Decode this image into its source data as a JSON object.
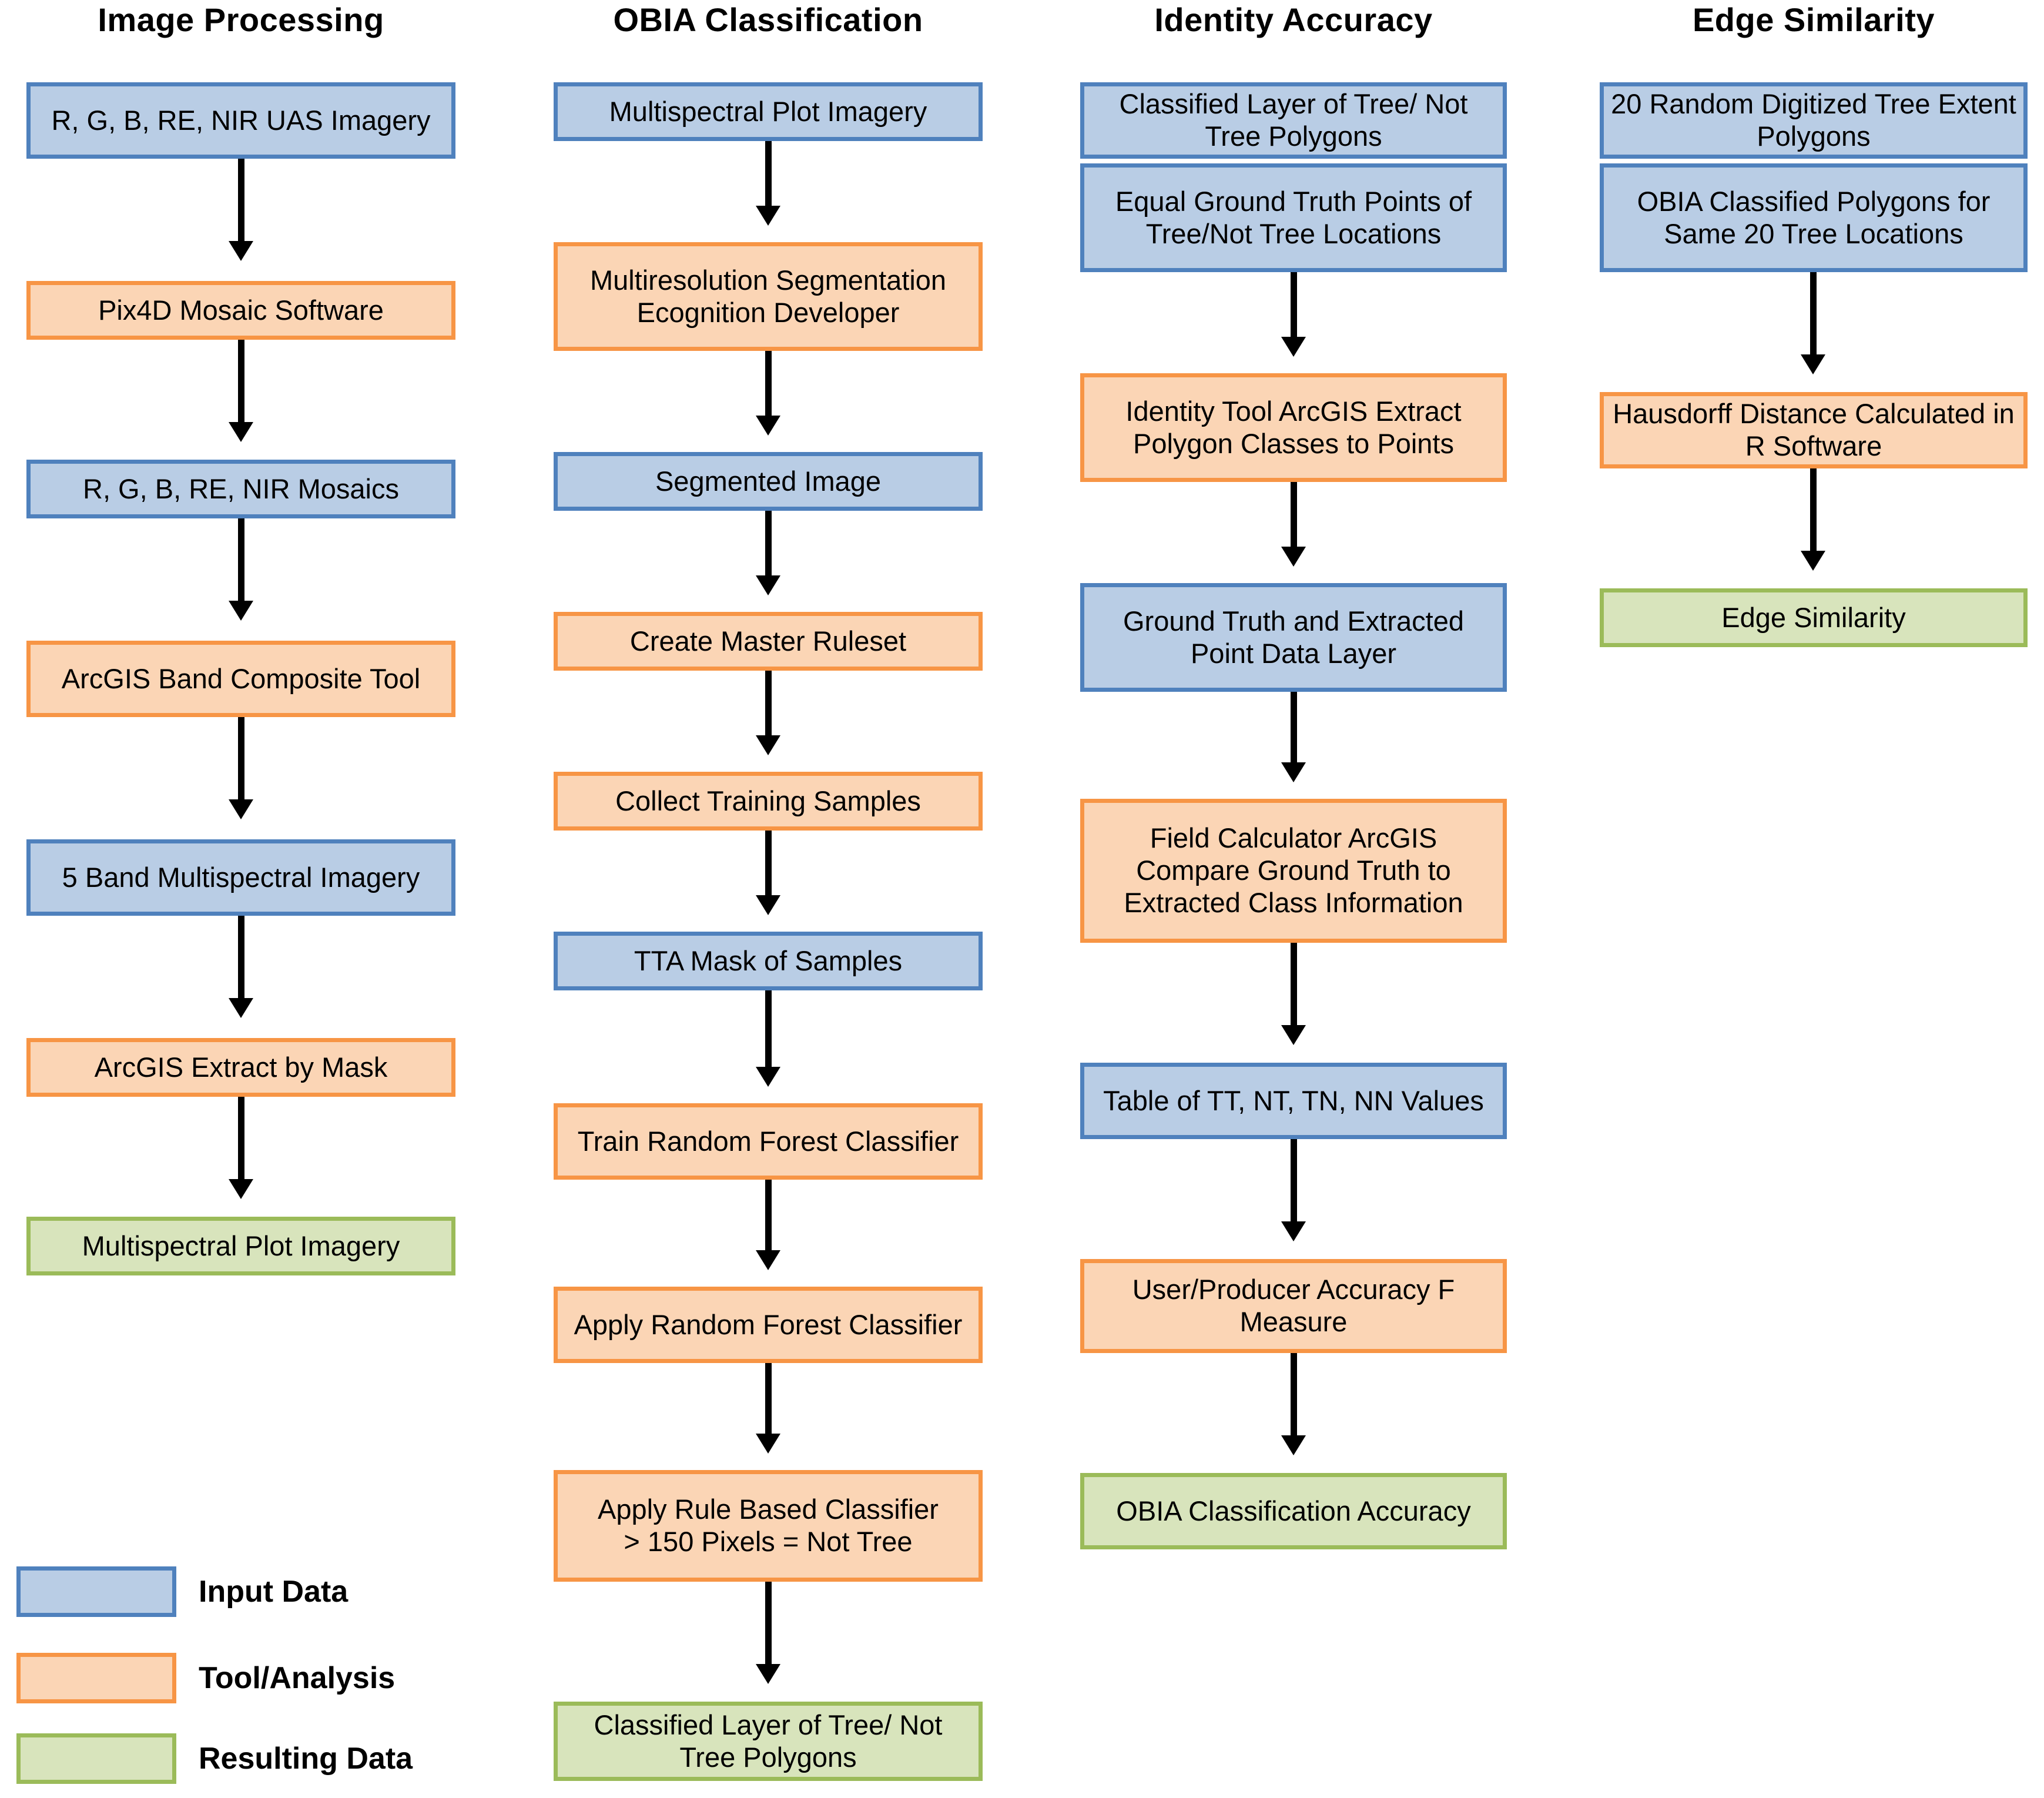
{
  "diagram": {
    "type": "flowchart",
    "orientation": "four parallel vertical workflows",
    "columns": [
      {
        "title": "Image Processing",
        "nodes": [
          {
            "label": "R, G, B, RE, NIR UAS Imagery",
            "kind": "input"
          },
          {
            "label": "Pix4D Mosaic Software",
            "kind": "tool"
          },
          {
            "label": "R, G, B, RE, NIR Mosaics",
            "kind": "input"
          },
          {
            "label": "ArcGIS Band Composite Tool",
            "kind": "tool"
          },
          {
            "label": "5 Band Multispectral Imagery",
            "kind": "input"
          },
          {
            "label": "ArcGIS Extract by Mask",
            "kind": "tool"
          },
          {
            "label": "Multispectral Plot Imagery",
            "kind": "result"
          }
        ]
      },
      {
        "title": "OBIA Classification",
        "nodes": [
          {
            "label": "Multispectral Plot Imagery",
            "kind": "input"
          },
          {
            "label": "Multiresolution Segmentation Ecognition Developer",
            "kind": "tool"
          },
          {
            "label": "Segmented Image",
            "kind": "input"
          },
          {
            "label": "Create Master Ruleset",
            "kind": "tool"
          },
          {
            "label": "Collect Training Samples",
            "kind": "tool"
          },
          {
            "label": "TTA Mask of Samples",
            "kind": "input"
          },
          {
            "label": "Train Random Forest Classifier",
            "kind": "tool"
          },
          {
            "label": "Apply Random Forest Classifier",
            "kind": "tool"
          },
          {
            "label": "Apply Rule Based Classifier\n> 150 Pixels = Not Tree",
            "kind": "tool"
          },
          {
            "label": "Classified Layer of Tree/ Not Tree Polygons",
            "kind": "result"
          }
        ]
      },
      {
        "title": "Identity Accuracy",
        "nodes": [
          {
            "label": "Classified Layer of Tree/ Not Tree Polygons",
            "kind": "input"
          },
          {
            "label": "Equal Ground Truth Points of Tree/Not Tree Locations",
            "kind": "input"
          },
          {
            "label": "Identity Tool ArcGIS Extract Polygon Classes to Points",
            "kind": "tool"
          },
          {
            "label": "Ground Truth and Extracted Point Data Layer",
            "kind": "input"
          },
          {
            "label": "Field Calculator ArcGIS Compare Ground Truth to Extracted Class Information",
            "kind": "tool"
          },
          {
            "label": "Table of TT, NT, TN, NN Values",
            "kind": "input"
          },
          {
            "label": "User/Producer Accuracy F Measure",
            "kind": "tool"
          },
          {
            "label": "OBIA Classification Accuracy",
            "kind": "result"
          }
        ]
      },
      {
        "title": "Edge Similarity",
        "nodes": [
          {
            "label": "20 Random Digitized Tree Extent Polygons",
            "kind": "input"
          },
          {
            "label": "OBIA Classified Polygons for Same 20  Tree Locations",
            "kind": "input"
          },
          {
            "label": "Hausdorff Distance Calculated in R Software",
            "kind": "tool"
          },
          {
            "label": "Edge Similarity",
            "kind": "result"
          }
        ]
      }
    ]
  },
  "legend": {
    "items": [
      {
        "label": "Input Data",
        "kind": "input",
        "fill": "#b9cde5",
        "border": "#4f81bd"
      },
      {
        "label": "Tool/Analysis",
        "kind": "tool",
        "fill": "#fbd5b5",
        "border": "#f79545"
      },
      {
        "label": "Resulting Data",
        "kind": "result",
        "fill": "#d8e4bc",
        "border": "#9bbb59"
      }
    ]
  }
}
